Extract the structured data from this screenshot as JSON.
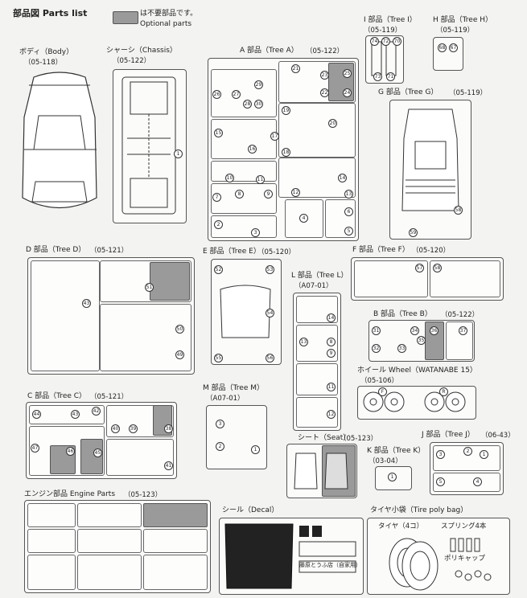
{
  "header": {
    "title": "部品図 Parts list",
    "legend_jp": "は不要部品です。",
    "legend_en": "Optional parts"
  },
  "body": {
    "label": "ボディ（Body）",
    "code": "（05-118）"
  },
  "chassis": {
    "label": "シャーシ（Chassis）",
    "code": "（05-122）",
    "numbers": [
      "1"
    ]
  },
  "tree_a": {
    "label": "A 部品（Tree A）",
    "code": "（05-122）",
    "numbers": [
      "21",
      "25",
      "26",
      "27",
      "28",
      "29",
      "30",
      "22",
      "23",
      "24",
      "15",
      "16",
      "17",
      "18",
      "19",
      "20",
      "10",
      "11",
      "14",
      "12",
      "13",
      "7",
      "8",
      "9",
      "2",
      "3",
      "4",
      "5",
      "6"
    ]
  },
  "tree_i": {
    "label": "I 部品（Tree I）",
    "code": "（05-119）",
    "numbers": [
      "74",
      "72",
      "70",
      "73",
      "71"
    ]
  },
  "tree_h": {
    "label": "H 部品（Tree H）",
    "code": "（05-119）",
    "numbers": [
      "68",
      "67"
    ]
  },
  "tree_g": {
    "label": "G 部品（Tree G）",
    "code": "（05-119）",
    "numbers": [
      "58",
      "59"
    ]
  },
  "tree_d": {
    "label": "D 部品（Tree D）",
    "code": "（05-121）",
    "numbers": [
      "43",
      "51",
      "50",
      "49"
    ]
  },
  "tree_e": {
    "label": "E 部品（Tree E）",
    "code": "（05-120）",
    "numbers": [
      "52",
      "53",
      "54",
      "55",
      "56"
    ]
  },
  "tree_f": {
    "label": "F 部品（Tree F）",
    "code": "（05-120）",
    "numbers": [
      "57",
      "58"
    ]
  },
  "tree_l": {
    "label": "L 部品（Tree L）",
    "code": "（A07-01）",
    "numbers": [
      "14",
      "13",
      "8",
      "9",
      "11",
      "12"
    ]
  },
  "tree_b": {
    "label": "B 部品（Tree B）",
    "code": "（05-122）",
    "numbers": [
      "31",
      "32",
      "33",
      "34",
      "35",
      "36",
      "37"
    ]
  },
  "wheel": {
    "label": "ホイール Wheel（WATANABE 15）",
    "code": "（05-106）",
    "numbers": [
      "F",
      "R"
    ]
  },
  "tree_c": {
    "label": "C 部品（Tree C）",
    "code": "（05-121）",
    "numbers": [
      "44",
      "43",
      "42",
      "40",
      "39",
      "38",
      "47",
      "46",
      "45",
      "41"
    ]
  },
  "tree_m": {
    "label": "M 部品（Tree M）",
    "code": "（A07-01）",
    "numbers": [
      "3",
      "2",
      "1"
    ]
  },
  "seat": {
    "label": "シート（Seat）",
    "code": "（05-123）"
  },
  "tree_k": {
    "label": "K 部品（Tree K）",
    "code": "（03-04）",
    "numbers": [
      "1"
    ]
  },
  "tree_j": {
    "label": "J 部品（Tree J）",
    "code": "（06-43）",
    "numbers": [
      "3",
      "2",
      "1",
      "5",
      "4"
    ]
  },
  "engine": {
    "label": "エンジン部品 Engine Parts",
    "code": "（05-123）"
  },
  "decal": {
    "label": "シール（Decal）",
    "caption": "藤原とうふ店（自家用）"
  },
  "tire": {
    "label": "タイヤ小袋（Tire poly bag）",
    "tire_text": "タイヤ（4コ）",
    "spring_text": "スプリング4本",
    "cap_text": "ポリキャップ"
  }
}
